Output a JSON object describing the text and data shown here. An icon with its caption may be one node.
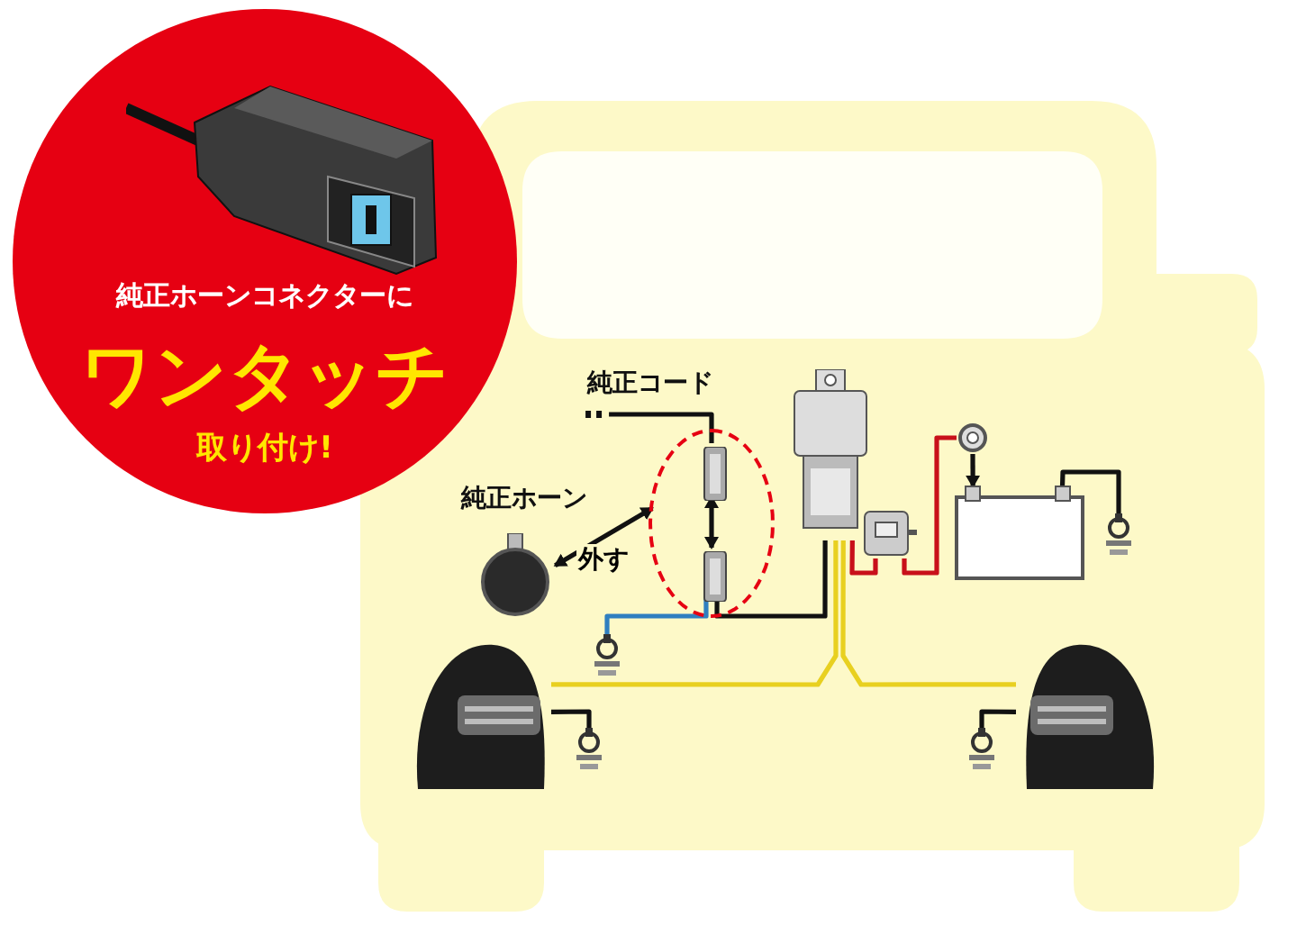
{
  "diagram": {
    "nodes": [
      {
        "text": [
          "純正ホーンコネクターに",
          "ワンタッチ",
          "取り付け!"
        ]
      },
      {
        "text": [],
        "shape": "picture",
        "in": 0
      },
      {
        "text": [
          "純正コード"
        ]
      },
      {
        "text": [
          "純正ホーン"
        ]
      },
      {
        "text": [],
        "shape": "circle"
      },
      {
        "text": [],
        "shape": "box",
        "in": 4
      },
      {
        "text": [],
        "shape": "box",
        "in": 4
      },
      {
        "text": [],
        "shape": "box"
      },
      {
        "text": [],
        "shape": "box"
      },
      {
        "text": [],
        "shape": "circle"
      },
      {
        "text": [],
        "shape": "box"
      },
      {
        "text": [],
        "shape": "picture"
      },
      {
        "text": [],
        "shape": "picture"
      },
      {
        "text": [],
        "shape": "ground"
      },
      {
        "text": [],
        "shape": "ground"
      },
      {
        "text": [],
        "shape": "ground"
      },
      {
        "text": [],
        "shape": "ground"
      }
    ],
    "edges": [
      {
        "from": 2,
        "to": 5,
        "arrow": "other"
      },
      {
        "from": 5,
        "to": 6,
        "arrow": "both"
      },
      {
        "from": 6,
        "to": 13,
        "arrow": "none",
        "color": "#2f7fc0"
      },
      {
        "from": 6,
        "to": 7,
        "arrow": "none"
      },
      {
        "from": 4,
        "to": 3,
        "arrow": "both",
        "label": "外す"
      },
      {
        "from": 7,
        "to": 8,
        "arrow": "none",
        "color": "#c8101a"
      },
      {
        "from": 8,
        "to": 9,
        "arrow": "none",
        "color": "#c8101a"
      },
      {
        "from": 9,
        "to": 10,
        "arrow": "to"
      },
      {
        "from": 10,
        "to": 16,
        "arrow": "none"
      },
      {
        "from": 7,
        "to": 11,
        "arrow": "none",
        "color": "#e8d020"
      },
      {
        "from": 7,
        "to": 12,
        "arrow": "none",
        "color": "#e8d020"
      },
      {
        "from": 11,
        "to": 14,
        "arrow": "none"
      },
      {
        "from": 12,
        "to": 15,
        "arrow": "none"
      }
    ]
  }
}
